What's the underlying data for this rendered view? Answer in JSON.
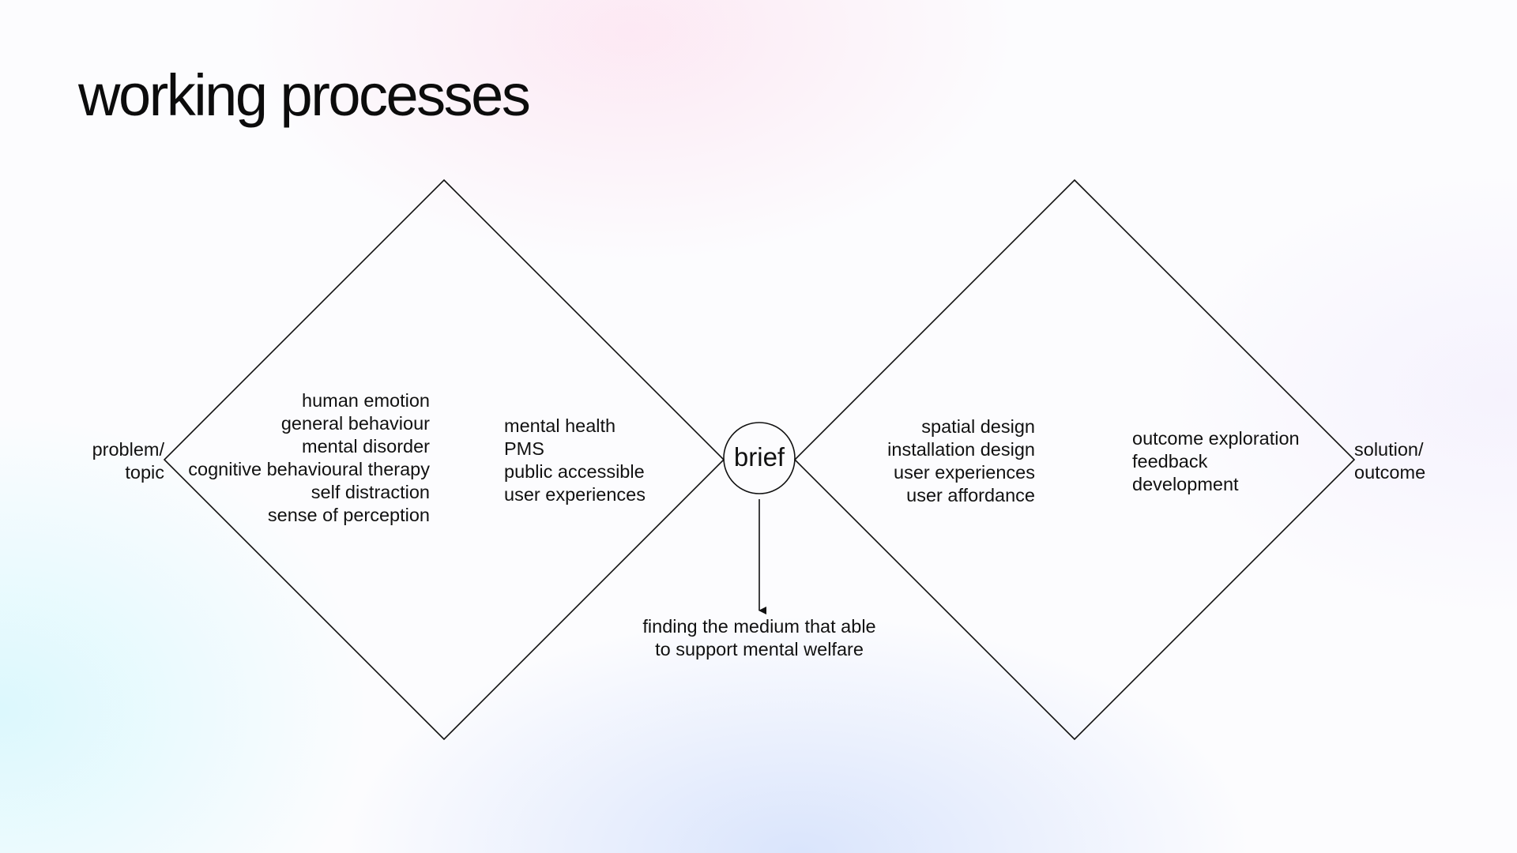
{
  "slide": {
    "title": "working processes"
  },
  "diagram": {
    "start_label": [
      "problem/",
      "topic"
    ],
    "end_label": [
      "solution/",
      "outcome"
    ],
    "left_diamond": {
      "discover_items": [
        "human emotion",
        "general behaviour",
        "mental disorder",
        "cognitive behavioural therapy",
        "self distraction",
        "sense of perception"
      ],
      "define_items": [
        "mental health",
        "PMS",
        "public accessible",
        "user experiences"
      ]
    },
    "center": {
      "label": "brief",
      "note": [
        "finding the medium that able",
        "to support mental welfare"
      ]
    },
    "right_diamond": {
      "develop_items": [
        "spatial design",
        "installation design",
        "user experiences",
        "user affordance"
      ],
      "deliver_items": [
        "outcome exploration",
        "feedback",
        "development"
      ]
    }
  },
  "colors": {
    "line": "#111111",
    "text": "#111111"
  }
}
